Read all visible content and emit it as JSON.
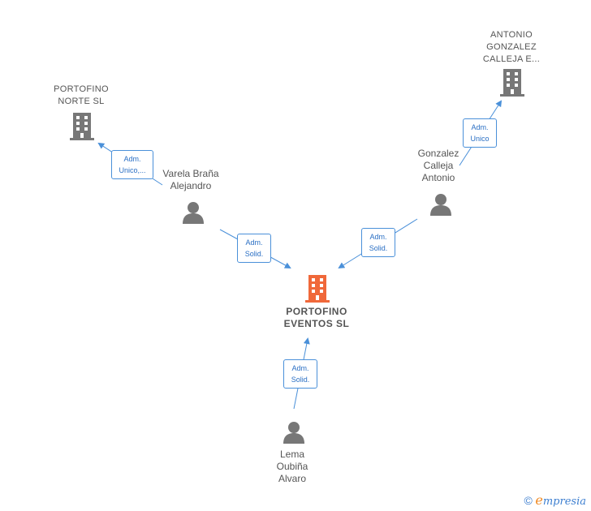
{
  "colors": {
    "link": "#4a90d9",
    "building": "#777777",
    "main_building": "#f0683a",
    "person": "#777777"
  },
  "nodes": {
    "portofino_norte": {
      "line1": "PORTOFINO",
      "line2": "NORTE  SL",
      "icon": "building-icon"
    },
    "antonio_gonzalez": {
      "line1": "ANTONIO",
      "line2": "GONZALEZ",
      "line3": "CALLEJA E...",
      "icon": "building-icon"
    },
    "varela": {
      "line1": "Varela Braña",
      "line2": "Alejandro",
      "icon": "person-icon"
    },
    "gonzalez": {
      "line1": "Gonzalez",
      "line2": "Calleja",
      "line3": "Antonio",
      "icon": "person-icon"
    },
    "portofino_eventos": {
      "line1": "PORTOFINO",
      "line2": "EVENTOS  SL",
      "icon": "building-icon"
    },
    "lema": {
      "line1": "Lema",
      "line2": "Oubiña",
      "line3": "Alvaro",
      "icon": "person-icon"
    }
  },
  "roles": {
    "varela_to_norte": {
      "line1": "Adm.",
      "line2": "Unico,..."
    },
    "gonzalez_to_antonio": {
      "line1": "Adm.",
      "line2": "Unico"
    },
    "varela_to_eventos": {
      "line1": "Adm.",
      "line2": "Solid."
    },
    "gonzalez_to_eventos": {
      "line1": "Adm.",
      "line2": "Solid."
    },
    "lema_to_eventos": {
      "line1": "Adm.",
      "line2": "Solid."
    }
  },
  "brand": {
    "symbol": "©",
    "e": "e",
    "rest": "mpresia"
  }
}
